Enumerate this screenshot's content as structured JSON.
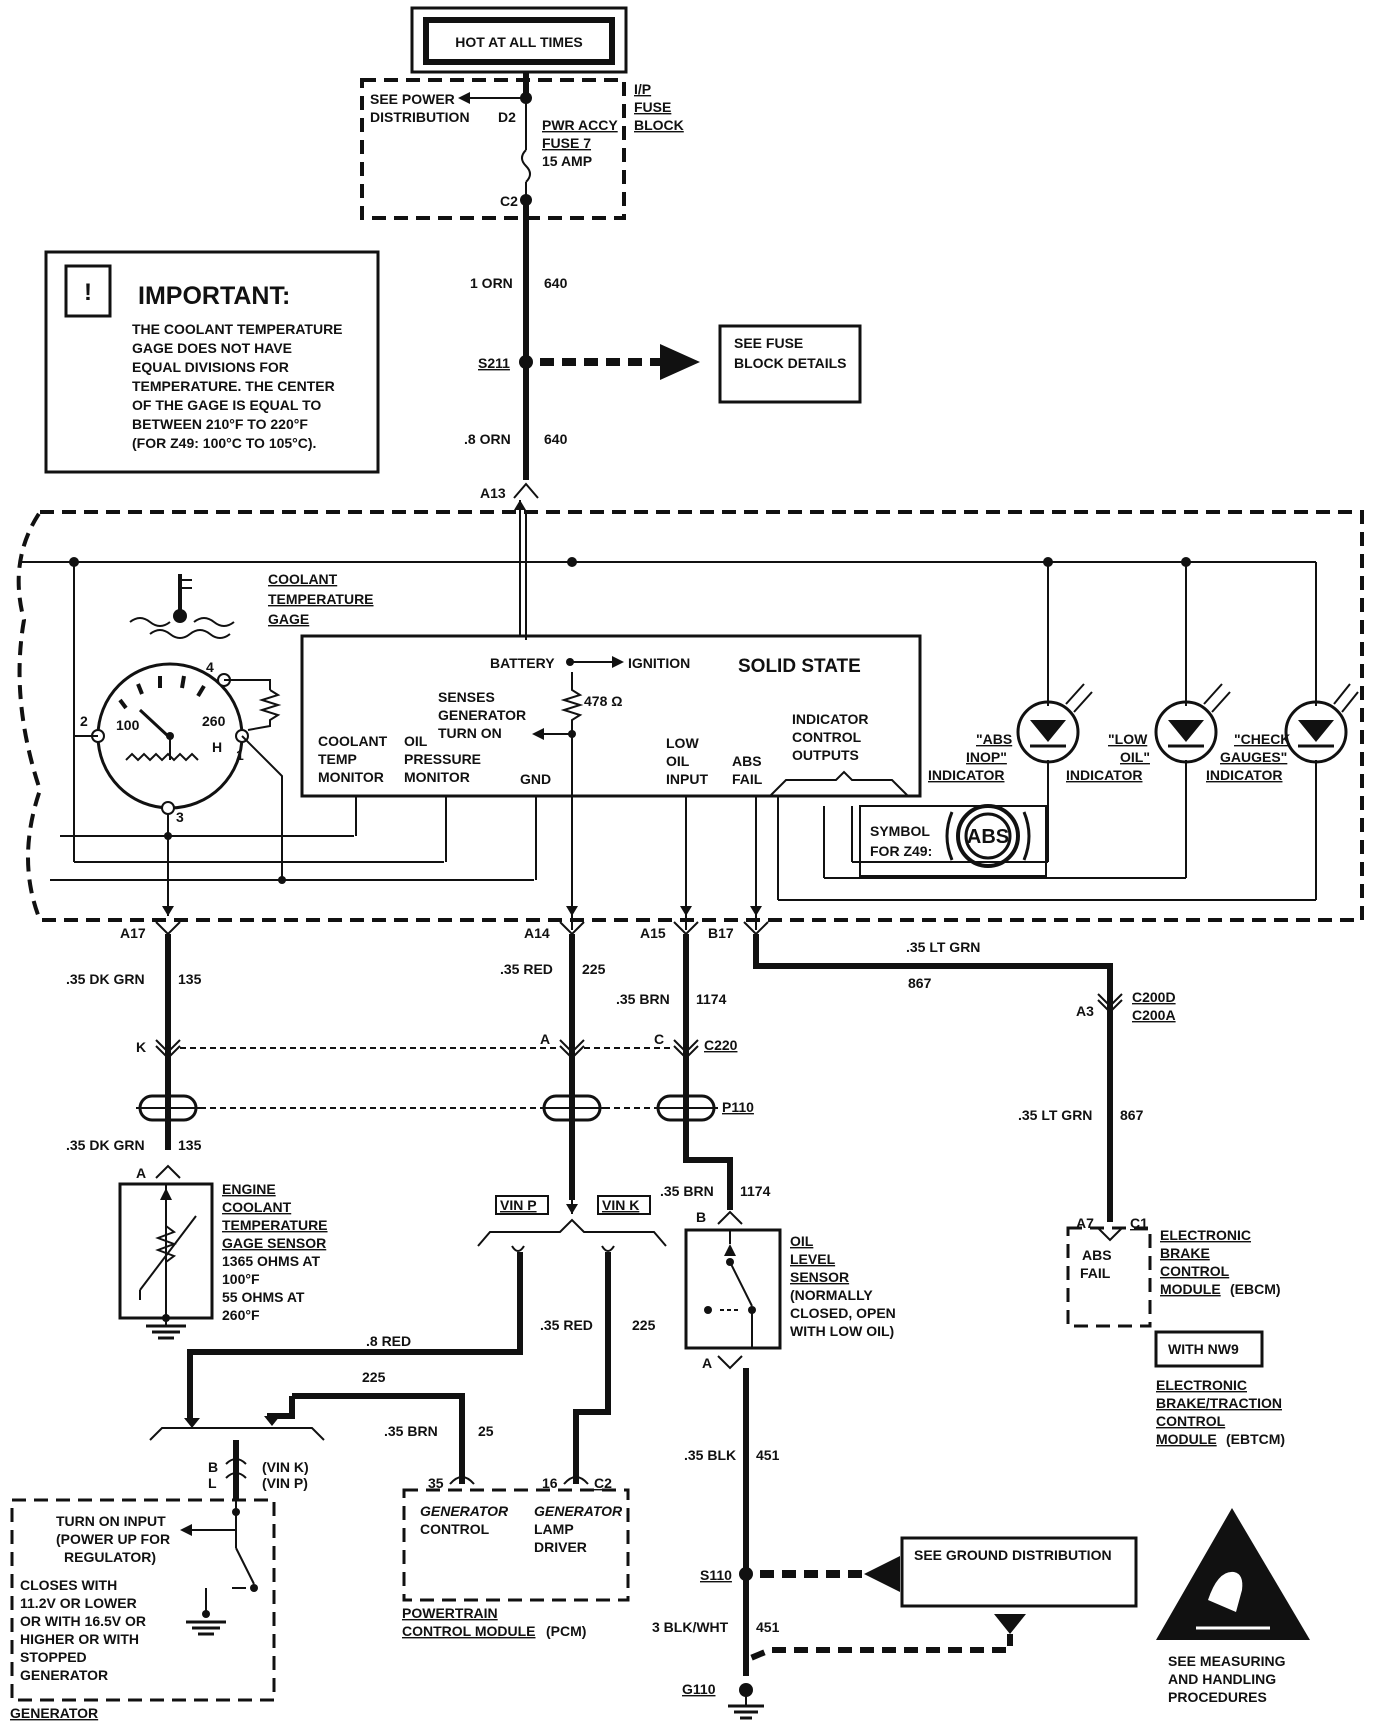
{
  "header": {
    "hot_label": "HOT AT ALL TIMES"
  },
  "fuse_block": {
    "see_power": "SEE POWER",
    "distribution": "DISTRIBUTION",
    "d2": "D2",
    "c2": "C2",
    "fuse_name": "PWR ACCY",
    "fuse_num": "FUSE 7",
    "fuse_amp": "15 AMP",
    "ip_1": "I/P",
    "ip_2": "FUSE",
    "ip_3": "BLOCK"
  },
  "wires": {
    "w640a_size": "1 ORN",
    "w640a_num": "640",
    "s211": "S211",
    "w640b_size": ".8 ORN",
    "w640b_num": "640",
    "a13": "A13",
    "a17": "A17",
    "a14": "A14",
    "a15": "A15",
    "b17": "B17",
    "w135_size": ".35 DK GRN",
    "w135_num": "135",
    "w225_size": ".35 RED",
    "w225_num": "225",
    "w1174_size": ".35 BRN",
    "w1174_num": "1174",
    "w867_size": ".35 LT GRN",
    "w867_num": "867",
    "k": "K",
    "a": "A",
    "c": "C",
    "c220": "C220",
    "p110": "P110",
    "a3": "A3",
    "c200d": "C200D",
    "c200a": "C200A",
    "w135b_size": ".35 DK GRN",
    "w135b_num": "135",
    "w1174b_size": ".35 BRN",
    "w1174b_num": "1174",
    "w867b_size": ".35 LT GRN",
    "w867b_num": "867",
    "vin_p": "VIN P",
    "vin_k": "VIN K",
    "w8red": ".8 RED",
    "w225b": "225",
    "w35red": ".35 RED",
    "w225c": "225",
    "w35brn": ".35 BRN",
    "w25": "25",
    "w451_size": ".35 BLK",
    "w451_num": "451",
    "s110": "S110",
    "w3blk": "3 BLK/WHT",
    "w451b": "451",
    "g110": "G110"
  },
  "fuse_details": {
    "line1": "SEE FUSE",
    "line2": "BLOCK DETAILS"
  },
  "important": {
    "title": "IMPORTANT:",
    "lines": [
      "THE COOLANT TEMPERATURE",
      "GAGE DOES NOT HAVE",
      "EQUAL DIVISIONS FOR",
      "TEMPERATURE. THE CENTER",
      "OF THE GAGE IS EQUAL TO",
      "BETWEEN 210°F TO 220°F",
      "(FOR Z49: 100°C TO 105°C)."
    ]
  },
  "cluster": {
    "gage_1": "COOLANT",
    "gage_2": "TEMPERATURE",
    "gage_3": "GAGE",
    "dial_100": "100",
    "dial_260": "260",
    "dial_h": "H",
    "pin1": "1",
    "pin2": "2",
    "pin3": "3",
    "pin4": "4",
    "battery": "BATTERY",
    "ignition": "IGNITION",
    "solid_state": "SOLID STATE",
    "senses_1": "SENSES",
    "senses_2": "GENERATOR",
    "senses_3": "TURN ON",
    "ohm": "478 Ω",
    "coolant_1": "COOLANT",
    "coolant_2": "TEMP",
    "coolant_3": "MONITOR",
    "oil_1": "OIL",
    "oil_2": "PRESSURE",
    "oil_3": "MONITOR",
    "gnd": "GND",
    "low_1": "LOW",
    "low_2": "OIL",
    "low_3": "INPUT",
    "abs_1": "ABS",
    "abs_2": "FAIL",
    "ind_1": "INDICATOR",
    "ind_2": "CONTROL",
    "ind_3": "OUTPUTS",
    "abs_inop_1": "\"ABS",
    "abs_inop_2": "INOP\"",
    "abs_inop_3": "INDICATOR",
    "low_oil_1": "\"LOW",
    "low_oil_2": "OIL\"",
    "low_oil_3": "INDICATOR",
    "check_1": "\"CHECK",
    "check_2": "GAUGES\"",
    "check_3": "INDICATOR",
    "symbol_1": "SYMBOL",
    "symbol_2": "FOR Z49:",
    "abs_symbol": "ABS"
  },
  "sensor": {
    "line1": "ENGINE",
    "line2": "COOLANT",
    "line3": "TEMPERATURE",
    "line4": "GAGE SENSOR",
    "line5": "1365 OHMS AT",
    "line6": "100°F",
    "line7": "55 OHMS AT",
    "line8": "260°F",
    "pin_a": "A"
  },
  "oil_sensor": {
    "line1": "OIL",
    "line2": "LEVEL",
    "line3": "SENSOR",
    "line4": "(NORMALLY",
    "line5": "CLOSED, OPEN",
    "line6": "WITH LOW OIL)",
    "pin_b": "B",
    "pin_a": "A"
  },
  "ebcm": {
    "a7": "A7",
    "c1": "C1",
    "abs_1": "ABS",
    "abs_2": "FAIL",
    "line1": "ELECTRONIC",
    "line2": "BRAKE",
    "line3": "CONTROL",
    "line4": "MODULE",
    "line4b": "(EBCM)",
    "nw9": "WITH NW9",
    "l1": "ELECTRONIC",
    "l2": "BRAKE/TRACTION",
    "l3": "CONTROL",
    "l4": "MODULE",
    "l4b": "(EBTCM)"
  },
  "generator": {
    "b": "B",
    "l": "L",
    "vin_k": "(VIN K)",
    "vin_p": "(VIN P)",
    "turn_1": "TURN ON INPUT",
    "turn_2": "(POWER UP FOR",
    "turn_3": "REGULATOR)",
    "closes_1": "CLOSES WITH",
    "closes_2": "11.2V OR LOWER",
    "closes_3": "OR WITH 16.5V OR",
    "closes_4": "HIGHER OR WITH",
    "closes_5": "STOPPED",
    "closes_6": "GENERATOR",
    "label": "GENERATOR"
  },
  "pcm": {
    "pin35": "35",
    "pin16": "16",
    "c2": "C2",
    "gc_1": "GENERATOR",
    "gc_2": "CONTROL",
    "gl_1": "GENERATOR",
    "gl_2": "LAMP",
    "gl_3": "DRIVER",
    "label_1": "POWERTRAIN",
    "label_2": "CONTROL MODULE",
    "label_3": "(PCM)"
  },
  "ground_dist": {
    "text": "SEE GROUND DISTRIBUTION"
  },
  "esd": {
    "line1": "SEE MEASURING",
    "line2": "AND HANDLING",
    "line3": "PROCEDURES"
  }
}
